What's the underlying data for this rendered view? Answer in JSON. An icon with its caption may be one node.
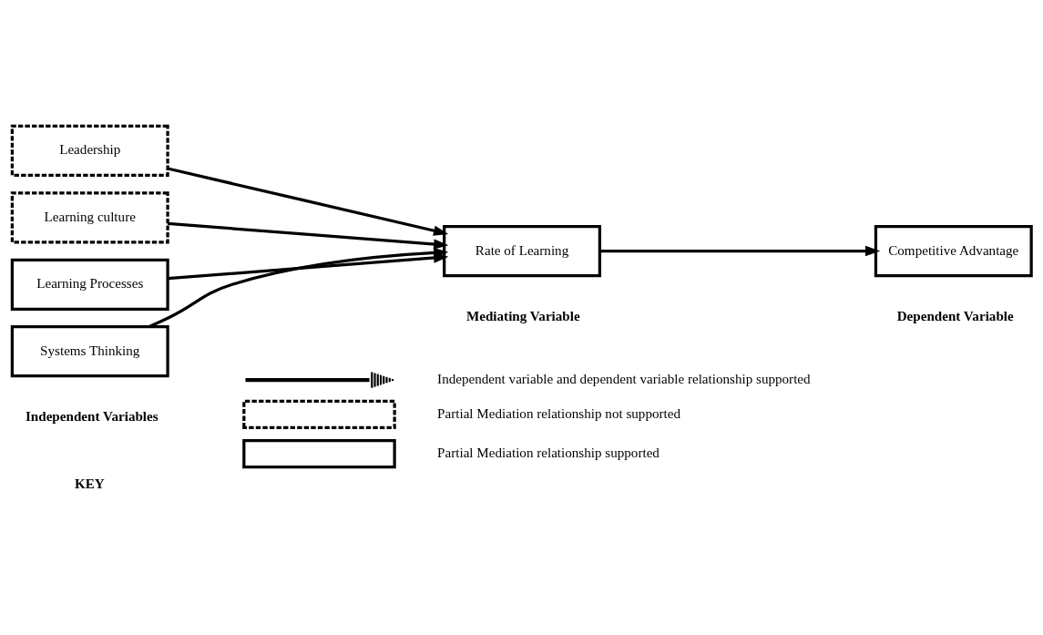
{
  "diagram": {
    "nodes": [
      {
        "text": [
          "Leadership"
        ]
      },
      {
        "text": [
          "Learning culture"
        ]
      },
      {
        "text": [
          "Learning Processes"
        ]
      },
      {
        "text": [
          "Systems Thinking"
        ]
      },
      {
        "text": [
          "Rate of Learning"
        ]
      },
      {
        "text": [
          "Competitive Advantage"
        ]
      }
    ],
    "edges": [
      {
        "from": 0,
        "to": 4,
        "arrow": "to"
      },
      {
        "from": 1,
        "to": 4,
        "arrow": "to"
      },
      {
        "from": 2,
        "to": 4,
        "arrow": "to"
      },
      {
        "from": 3,
        "to": 4,
        "arrow": "to"
      },
      {
        "from": 4,
        "to": 5,
        "arrow": "to"
      }
    ],
    "labels": [
      "Independent Variables",
      "Mediating Variable",
      "Dependent Variable",
      "KEY"
    ],
    "legend": [
      {
        "text": "Independent variable and dependent variable relationship supported"
      },
      {
        "text": "Partial Mediation relationship not supported"
      },
      {
        "text": "Partial Mediation relationship supported"
      }
    ]
  }
}
